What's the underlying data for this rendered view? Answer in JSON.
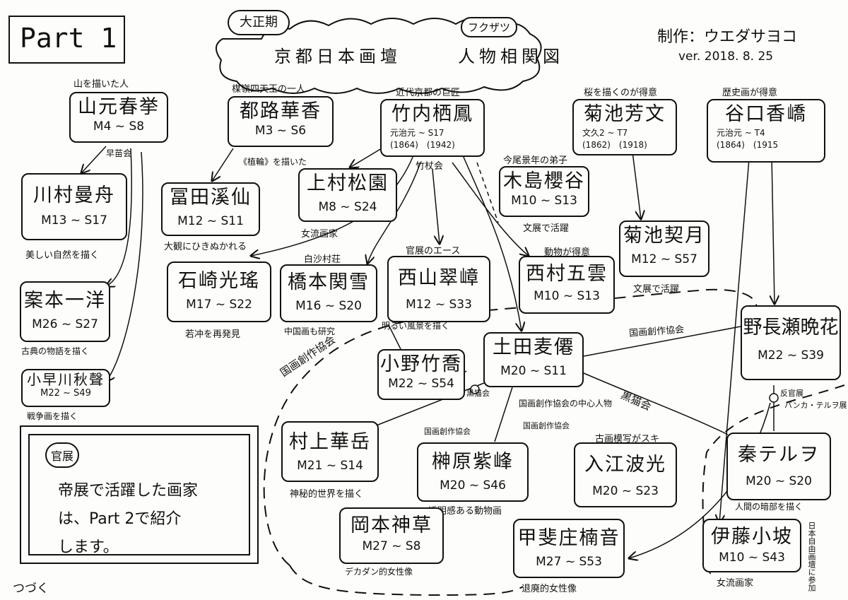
{
  "header": {
    "part_label": "Part 1",
    "period_tag": "大正期",
    "title_left": "京都日本画壇",
    "title_furigana": "フクザツ",
    "title_right": "人物相関図",
    "author": "制作：ウエダサヨコ",
    "version": "ver. 2018. 8. 25"
  },
  "nodes": {
    "okyo": {
      "name": "山元春挙",
      "years": "M4 ~ S8"
    },
    "keisen": {
      "name": "都路華香",
      "years": "M3 ~ S6"
    },
    "seiho": {
      "name": "竹内栖鳳",
      "years": "元治元 ~ S17",
      "detail": "(1864)　(1942)"
    },
    "hobun": {
      "name": "菊池芳文",
      "years": "文久2 ~ T7",
      "detail": "(1862)　(1918)"
    },
    "kokyo": {
      "name": "谷口香嶠",
      "years": "元治元 ~ T4",
      "detail": "(1864)　(1915"
    },
    "shuho": {
      "name": "川村曼舟",
      "years": "M13 ~ S17"
    },
    "keisen2": {
      "name": "冨田溪仙",
      "years": "M12 ~ S11"
    },
    "shoen": {
      "name": "上村松園",
      "years": "M8 ~ S24"
    },
    "hakuya": {
      "name": "木島櫻谷",
      "years": "M10 ~ S13"
    },
    "keigetsu": {
      "name": "菊池契月",
      "years": "M12 ~ S57"
    },
    "koyo": {
      "name": "石崎光瑤",
      "years": "M17 ~ S22"
    },
    "kansetsu": {
      "name": "橋本関雪",
      "years": "M16 ~ S20"
    },
    "suisho": {
      "name": "西山翠嶂",
      "years": "M12 ~ S33"
    },
    "gyokuun": {
      "name": "西村五雲",
      "years": "M10 ~ S13"
    },
    "ikkyo": {
      "name": "案本一洋",
      "years": "M26 ~ S27"
    },
    "bakusen": {
      "name": "土田麦僊",
      "years": "M20 ~ S11"
    },
    "chikkyo": {
      "name": "小野竹喬",
      "years": "M22 ~ S54"
    },
    "bokka": {
      "name": "野長瀬晩花",
      "years": "M22 ~ S39"
    },
    "shuko": {
      "name": "小早川秋聲",
      "years": "M22 ~ S49"
    },
    "kagaku": {
      "name": "村上華岳",
      "years": "M21 ~ S14"
    },
    "shiho": {
      "name": "榊原紫峰",
      "years": "M20 ~ S46"
    },
    "hako": {
      "name": "入江波光",
      "years": "M20 ~ S23"
    },
    "teruo": {
      "name": "秦テルヲ",
      "years": "M20 ~ S20"
    },
    "shinso": {
      "name": "岡本神草",
      "years": "M27 ~ S8"
    },
    "shoon": {
      "name": "甲斐庄楠音",
      "years": "M27 ~ S53"
    },
    "shoha": {
      "name": "伊藤小坡",
      "years": "M10 ~ S43"
    }
  },
  "notes": {
    "okyo_top": "山を描いた人",
    "keisen_top": "楳嶺四天王の一人",
    "seiho_top": "近代京都の巨匠",
    "hobun_top": "桜を描くのが得意",
    "kokyo_top": "歴史画が得意",
    "shuho_bottom": "美しい自然を描く",
    "keisen2_bottom": "大観にひきぬかれる",
    "shoen_bottom": "女流画家",
    "hakuya_top": "今尾景年の弟子",
    "hakuya_bottom": "文展で活躍",
    "keigetsu_bottom": "文展で活躍",
    "koyo_bottom": "若冲を再発見",
    "kansetsu_top": "白沙村荘",
    "kansetsu_bottom": "中国画も研究",
    "suisho_top": "官展のエース",
    "gyokuun_top": "動物が得意",
    "ikkyo_bottom": "古典の物語を描く",
    "chikkyo_top": "明るい風景を描く",
    "shuko_bottom": "戦争画を描く",
    "kagaku_bottom": "神秘的世界を描く",
    "shiho_bottom": "透明感ある動物画",
    "hako_top": "古画模写がスキ",
    "teruo_bottom": "人間の暗部を描く",
    "shinso_bottom": "デカダン的女性像",
    "shoon_bottom": "退廃的女性像",
    "shoha_bottom": "女流画家",
    "shoha_side": "日本自由画壇に参加"
  },
  "edge_labels": {
    "sonaekai": "早苗会",
    "chikujokai": "竹杖会",
    "shokuwa": "《植輪》を描いた",
    "kokuga_left": "国画創作協会",
    "kokuga_right": "国画創作協会",
    "kokuga_small1": "国画創作協会",
    "kokuga_center": "国画創作協会の中心人物",
    "kokuga_small2": "国画創作協会",
    "kokubyokai1": "黒猫会",
    "kokubyokai2": "黒猫会",
    "hankan": "反官展",
    "bankaten": "バンカ・テルヲ展"
  },
  "callout": {
    "tag": "官展",
    "line1": "帝展で活躍した画家",
    "line2": "は、Part 2で紹介",
    "line3": "します。"
  },
  "footer": {
    "continue": "つづく"
  }
}
